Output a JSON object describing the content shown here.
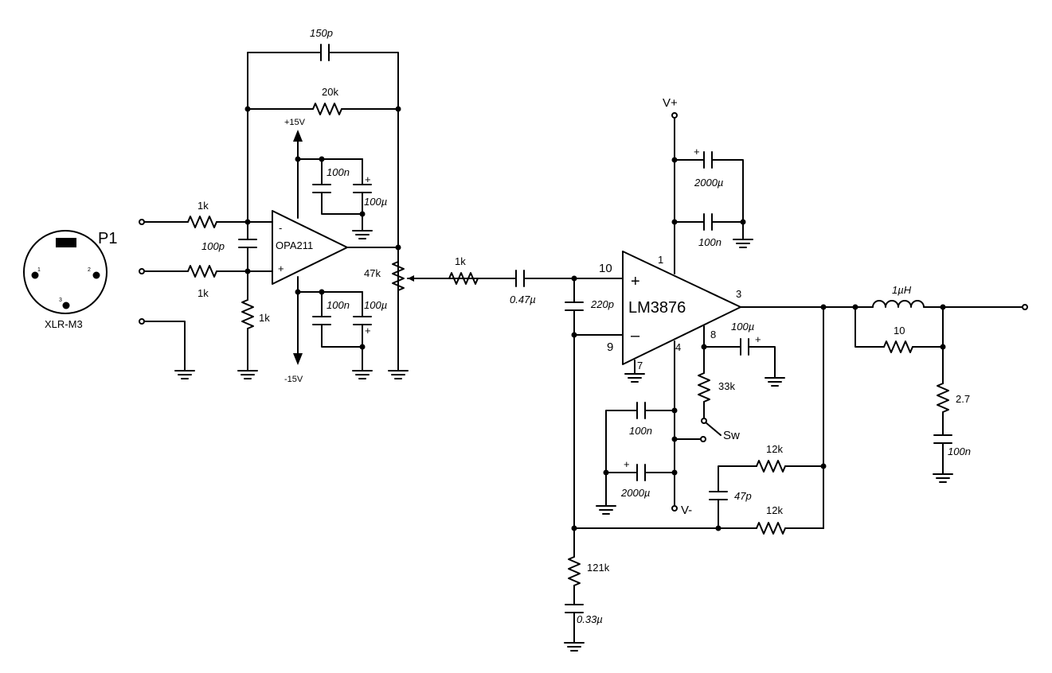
{
  "connector": {
    "ref": "P1",
    "type": "XLR-M3",
    "pins": [
      "1",
      "2",
      "3"
    ]
  },
  "preamp": {
    "opamp": "OPA211",
    "minus": "-",
    "plus": "+",
    "supply_pos": "+15V",
    "supply_neg": "-15V",
    "r_in_top": "1k",
    "r_in_bottom": "1k",
    "r_ground": "1k",
    "c_input": "100p",
    "r_feedback": "20k",
    "c_feedback": "150p",
    "dec_pos_ceramic": "100n",
    "dec_pos_elec": "100µ",
    "dec_neg_ceramic": "100n",
    "dec_neg_elec": "100µ",
    "elec_plus": "+"
  },
  "volume": {
    "pot": "47k"
  },
  "poweramp": {
    "chip": "LM3876",
    "plus": "+",
    "minus": "–",
    "pins": {
      "p1": "1",
      "p3": "3",
      "p4": "4",
      "p7": "7",
      "p8": "8",
      "p9": "9",
      "p10": "10"
    },
    "r_in": "1k",
    "c_in": "0.47µ",
    "c_filter": "220p",
    "supply_pos": "V+",
    "supply_neg": "V-",
    "vpos_elec": "2000µ",
    "vpos_ceramic": "100n",
    "vneg_ceramic": "100n",
    "vneg_elec": "2000µ",
    "mute_cap": "100µ",
    "mute_res": "33k",
    "switch": "Sw",
    "r_fb_top": "12k",
    "r_fb_bottom": "12k",
    "c_fb": "47p",
    "r_gnd": "121k",
    "c_gnd": "0.33µ"
  },
  "output": {
    "inductor": "1µH",
    "r_parallel": "10",
    "zobel_r": "2.7",
    "zobel_c": "100n"
  }
}
